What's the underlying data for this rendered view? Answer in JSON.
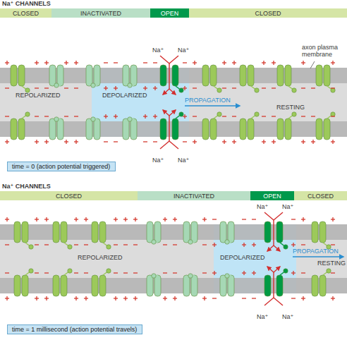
{
  "diagram": {
    "nodes": [
      {
        "text": [
          "CLOSED"
        ]
      },
      {
        "text": [
          "INACTIVATED"
        ]
      },
      {
        "text": [
          "OPEN"
        ]
      },
      {
        "text": [
          "CLOSED"
        ]
      },
      {
        "text": [
          "time = 0 (action potential triggered)"
        ]
      },
      {
        "text": [
          "CLOSED"
        ]
      },
      {
        "text": [
          "INACTIVATED"
        ]
      },
      {
        "text": [
          "OPEN"
        ]
      },
      {
        "text": [
          "CLOSED"
        ]
      },
      {
        "text": [
          "time = 1 millisecond (action potential travels)"
        ]
      }
    ],
    "labels": [
      "Na⁺ CHANNELS",
      "axon plasma membrane",
      "Na⁺",
      "Na⁺",
      "REPOLARIZED",
      "DEPOLARIZED",
      "PROPAGATION",
      "RESTING",
      "Na⁺",
      "Na⁺",
      "Na⁺ CHANNELS",
      "Na⁺",
      "Na⁺",
      "REPOLARIZED",
      "DEPOLARIZED",
      "PROPAGATION",
      "RESTING",
      "Na⁺",
      "Na⁺"
    ]
  }
}
